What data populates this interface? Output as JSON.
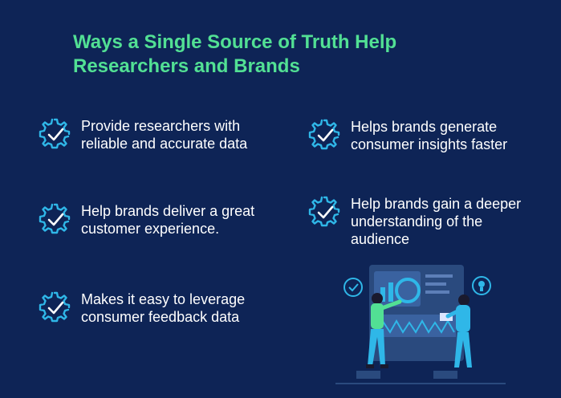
{
  "title": "Ways a Single Source of Truth Help Researchers and Brands",
  "icon_name": "gear-check-icon",
  "colors": {
    "background": "#0e2456",
    "accent": "#52e094",
    "icon": "#2fb7e8",
    "text": "#ffffff"
  },
  "items": [
    {
      "text": "Provide researchers with reliable and accurate data"
    },
    {
      "text": "Helps brands generate consumer insights faster"
    },
    {
      "text": "Help brands deliver a great customer experience."
    },
    {
      "text": "Help brands gain a deeper understanding of the audience"
    },
    {
      "text": "Makes it easy to leverage consumer feedback data"
    }
  ]
}
